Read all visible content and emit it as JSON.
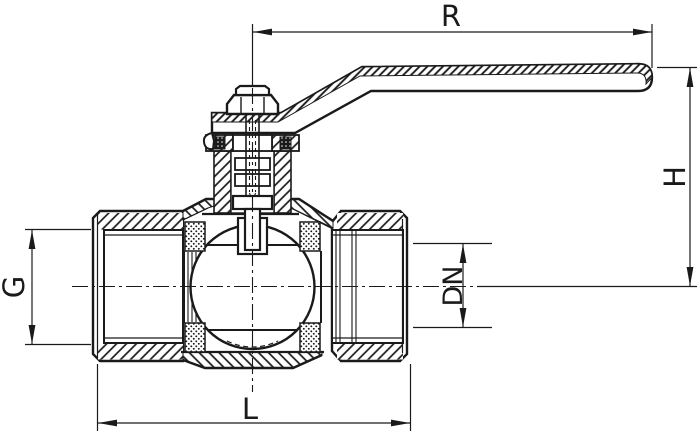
{
  "drawing": {
    "subject": "ball-valve-cross-section",
    "background_color": "#ffffff",
    "line_color": "#1a1a1a"
  },
  "dimensions": {
    "R": {
      "label": "R"
    },
    "H": {
      "label": "H"
    },
    "G": {
      "label": "G"
    },
    "DN": {
      "label": "DN"
    },
    "L": {
      "label": "L"
    }
  }
}
